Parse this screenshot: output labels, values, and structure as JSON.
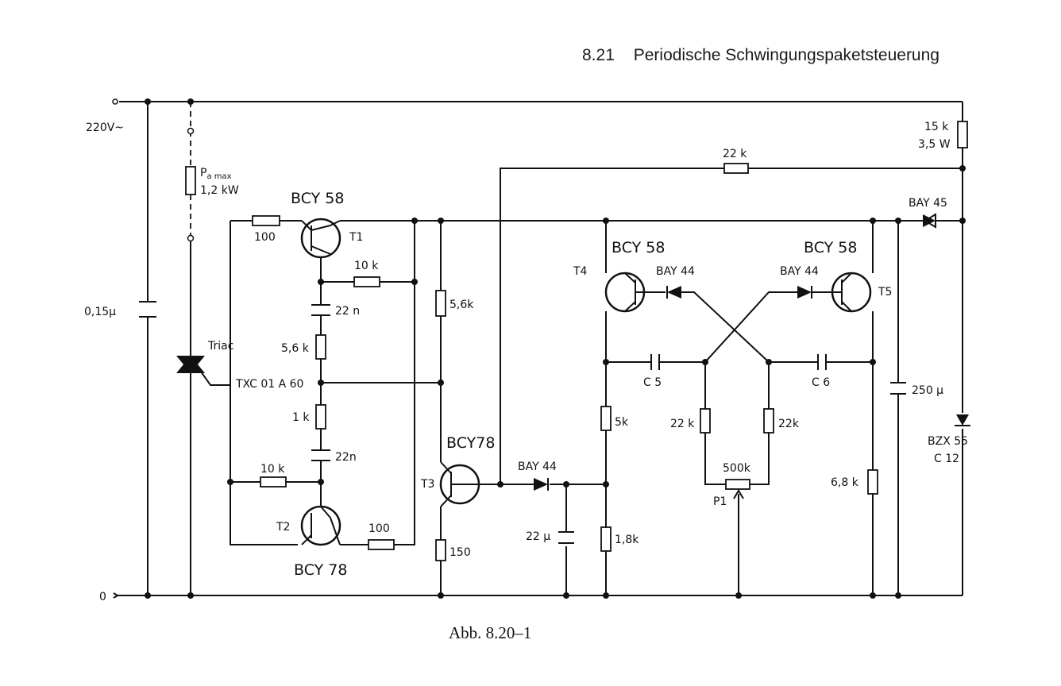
{
  "header": {
    "section_number": "8.21",
    "section_title": "Periodische Schwingungspaketsteuerung"
  },
  "caption": "Abb. 8.20–1",
  "labels": {
    "supply": "220V~",
    "ground": "0",
    "cap_main": "0,15µ",
    "load_p": "P",
    "load_p_sub": "a max",
    "load_power": "1,2 kW",
    "triac": "Triac",
    "triac_type": "TXC 01 A 60",
    "t1_type": "BCY 58",
    "t1": "T1",
    "r_100_top": "100",
    "r_10k_top": "10 k",
    "c_22n_top": "22 n",
    "r_5k6_mid": "5,6 k",
    "r_1k": "1 k",
    "c_22n_bot": "22n",
    "r_10k_bot": "10 k",
    "t2": "T2",
    "r_100_bot": "100",
    "t2_type": "BCY 78",
    "r_5k6": "5,6k",
    "t3_type": "BCY78",
    "t3": "T3",
    "r_150": "150",
    "d_bay44_t3": "BAY 44",
    "c_22u": "22 µ",
    "r_22k_top": "22 k",
    "r_15k": "15 k",
    "r_15k_w": "3,5 W",
    "d_bay45": "BAY 45",
    "t4_type": "BCY 58",
    "t4": "T4",
    "t5_type": "BCY 58",
    "t5": "T5",
    "d_bay44_l": "BAY 44",
    "d_bay44_r": "BAY 44",
    "c5": "C 5",
    "c6": "C 6",
    "r_5k": "5k",
    "r_1k8": "1,8k",
    "r_22k_l": "22 k",
    "r_22k_r": "22k",
    "p1_value": "500k",
    "p1": "P1",
    "r_6k8": "6,8 k",
    "c_250u": "250 µ",
    "zener": "BZX 55",
    "zener_sub": "C 12"
  }
}
